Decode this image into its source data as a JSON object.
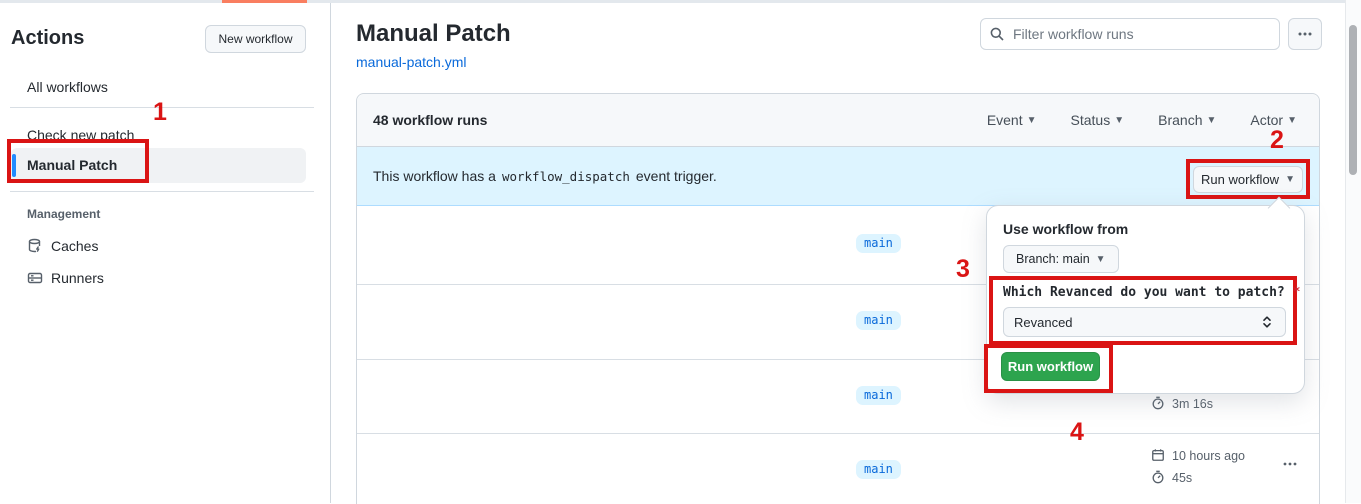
{
  "sidebar": {
    "title": "Actions",
    "new_workflow_button": "New workflow",
    "items": [
      {
        "label": "All workflows"
      },
      {
        "label": "Check new patch"
      },
      {
        "label": "Manual Patch",
        "selected": true
      }
    ],
    "management": {
      "heading": "Management",
      "items": [
        {
          "label": "Caches",
          "icon": "cache-database-icon"
        },
        {
          "label": "Runners",
          "icon": "runners-icon"
        }
      ]
    }
  },
  "header": {
    "title": "Manual Patch",
    "file_link": "manual-patch.yml",
    "filter_placeholder": "Filter workflow runs"
  },
  "runs_panel": {
    "count_label": "48 workflow runs",
    "filters": [
      {
        "label": "Event"
      },
      {
        "label": "Status"
      },
      {
        "label": "Branch"
      },
      {
        "label": "Actor"
      }
    ],
    "banner": {
      "text_before": "This workflow has a",
      "code": "workflow_dispatch",
      "text_after": "event trigger.",
      "run_button": "Run workflow"
    },
    "rows": [
      {
        "branch": "main"
      },
      {
        "branch": "main"
      },
      {
        "branch": "main",
        "duration": "3m 16s"
      },
      {
        "branch": "main",
        "time": "10 hours ago",
        "duration": "45s"
      }
    ]
  },
  "run_dialog": {
    "heading": "Use workflow from",
    "branch_button": "Branch: main",
    "input_label": "Which Revanced do you want to patch?",
    "required_marker": "*",
    "select_value": "Revanced",
    "submit_button": "Run workflow"
  },
  "annotations": {
    "color": "#da1414",
    "steps": [
      "1",
      "2",
      "3",
      "4"
    ]
  },
  "icons": {
    "search": "search-icon",
    "more": "kebab-icon",
    "caret_down": "caret-down-icon",
    "select_arrows": "chevron-up-down-icon",
    "calendar": "calendar-icon",
    "stopwatch": "stopwatch-icon"
  },
  "colors": {
    "accent_blue": "#0969da",
    "banner_bg": "#ddf4ff",
    "header_bg": "#f6f8fa",
    "green_button": "#2da44e",
    "annotation_red": "#da1414",
    "orange_strip": "#f97e60"
  }
}
